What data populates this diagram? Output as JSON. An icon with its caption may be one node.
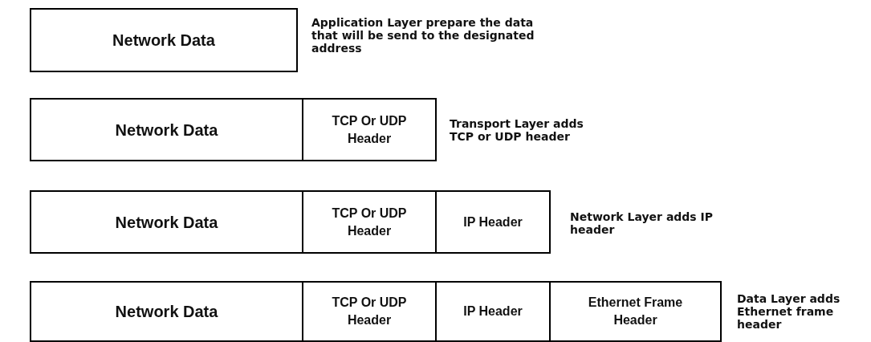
{
  "diagram": {
    "nodes": [
      {
        "text": [
          "Network Data"
        ]
      },
      {
        "text": [
          "Network Data"
        ]
      },
      {
        "text": [
          "TCP Or UDP Header"
        ]
      },
      {
        "text": [
          "Network Data"
        ]
      },
      {
        "text": [
          "TCP Or UDP Header"
        ]
      },
      {
        "text": [
          "IP Header"
        ]
      },
      {
        "text": [
          "Network Data"
        ]
      },
      {
        "text": [
          "TCP Or UDP Header"
        ]
      },
      {
        "text": [
          "IP Header"
        ]
      },
      {
        "text": [
          "Ethernet Frame Header"
        ]
      }
    ],
    "labels": [
      "Application Layer prepare the data that will be send to the designated address",
      "Transport Layer adds TCP or UDP header",
      "Network Layer adds IP header",
      "Data Layer adds Ethernet frame header"
    ]
  }
}
